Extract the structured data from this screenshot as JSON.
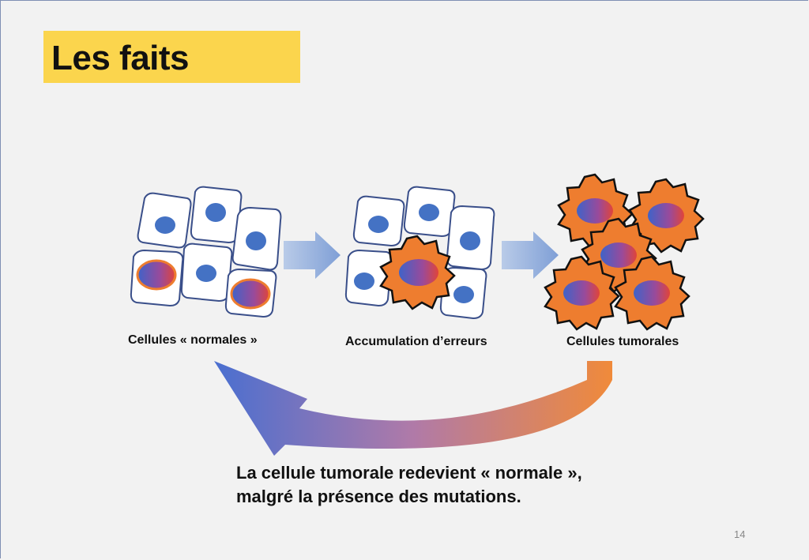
{
  "slide": {
    "title": "Les faits",
    "stages": [
      {
        "label": "Cellules « normales »"
      },
      {
        "label": "Accumulation d’erreurs"
      },
      {
        "label": "Cellules tumorales"
      }
    ],
    "caption_line1": "La cellule tumorale redevient « normale »,",
    "caption_line2": "malgré la présence des mutations.",
    "page_number": "14"
  },
  "colors": {
    "title_bg": "#fbd54d",
    "cell_outline": "#3a4f8a",
    "nucleus": "#4472c4",
    "tumor_fill": "#ee7d2f",
    "arrow": "#8eaadb"
  }
}
